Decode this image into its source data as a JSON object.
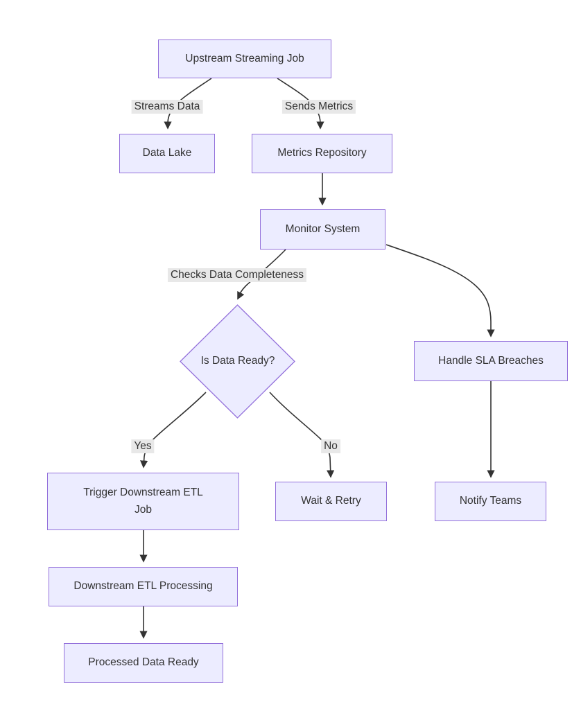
{
  "diagram": {
    "type": "flowchart",
    "direction": "top-down",
    "colors": {
      "node_fill": "#ECECFF",
      "node_border": "#9370DB",
      "edge_label_bg": "#e8e8e8",
      "edge_line": "#333333",
      "text": "#333333",
      "background": "#ffffff"
    },
    "nodes": {
      "upstream": {
        "label": "Upstream Streaming Job",
        "shape": "rect"
      },
      "data_lake": {
        "label": "Data Lake",
        "shape": "rect"
      },
      "metrics_repo": {
        "label": "Metrics Repository",
        "shape": "rect"
      },
      "monitor": {
        "label": "Monitor System",
        "shape": "rect"
      },
      "decision": {
        "label": "Is Data Ready?",
        "shape": "diamond"
      },
      "handle_sla": {
        "label": "Handle SLA Breaches",
        "shape": "rect"
      },
      "trigger_etl": {
        "label": "Trigger Downstream ETL Job",
        "shape": "rect"
      },
      "wait_retry": {
        "label": "Wait & Retry",
        "shape": "rect"
      },
      "notify_teams": {
        "label": "Notify Teams",
        "shape": "rect"
      },
      "downstream_etl": {
        "label": "Downstream ETL Processing",
        "shape": "rect"
      },
      "processed_ready": {
        "label": "Processed Data Ready",
        "shape": "rect"
      }
    },
    "edges": {
      "streams_data": {
        "from": "upstream",
        "to": "data_lake",
        "label": "Streams Data"
      },
      "sends_metrics": {
        "from": "upstream",
        "to": "metrics_repo",
        "label": "Sends Metrics"
      },
      "metrics_to_monitor": {
        "from": "metrics_repo",
        "to": "monitor",
        "label": ""
      },
      "checks": {
        "from": "monitor",
        "to": "decision",
        "label": "Checks Data Completeness"
      },
      "monitor_to_sla": {
        "from": "monitor",
        "to": "handle_sla",
        "label": ""
      },
      "yes": {
        "from": "decision",
        "to": "trigger_etl",
        "label": "Yes"
      },
      "no": {
        "from": "decision",
        "to": "wait_retry",
        "label": "No"
      },
      "sla_to_notify": {
        "from": "handle_sla",
        "to": "notify_teams",
        "label": ""
      },
      "trigger_to_processing": {
        "from": "trigger_etl",
        "to": "downstream_etl",
        "label": ""
      },
      "processing_to_ready": {
        "from": "downstream_etl",
        "to": "processed_ready",
        "label": ""
      }
    }
  }
}
